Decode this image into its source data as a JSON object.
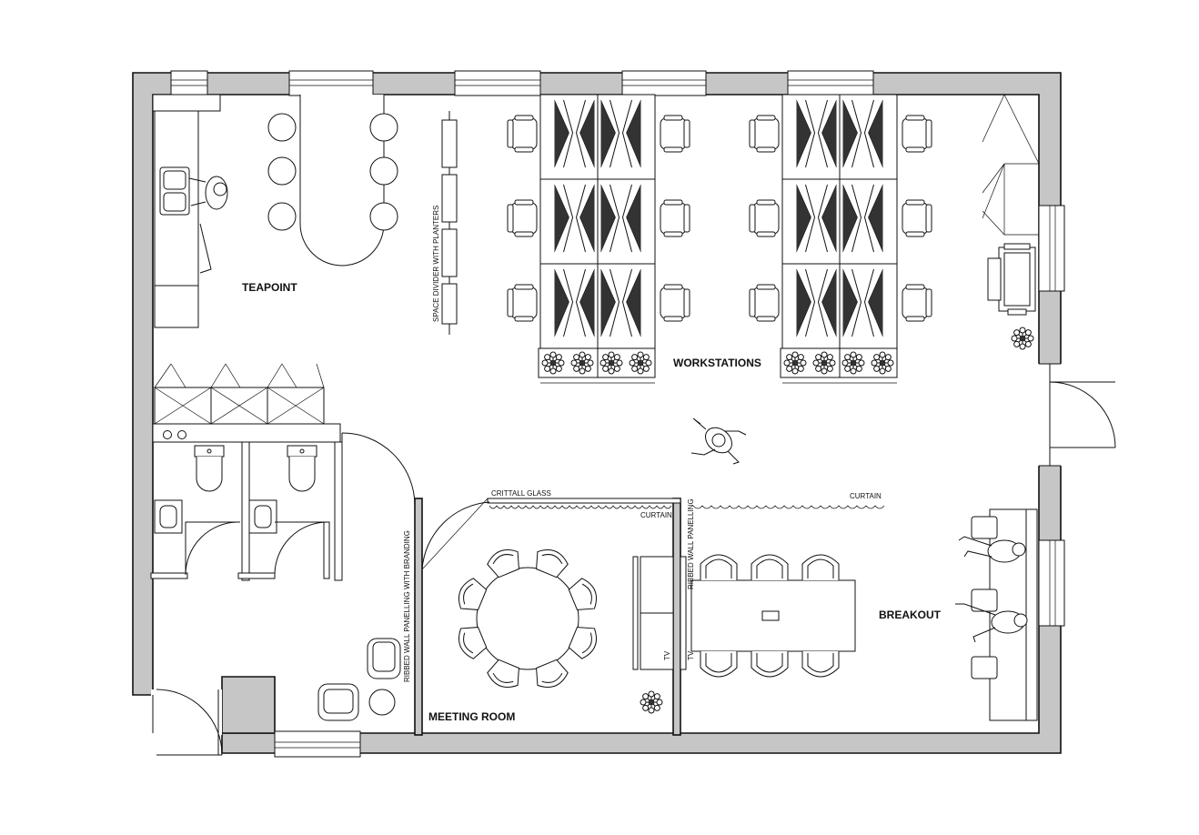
{
  "rooms": {
    "teapoint": "TEAPOINT",
    "workstations": "WORKSTATIONS",
    "meeting_room": "MEETING ROOM",
    "breakout": "BREAKOUT"
  },
  "notes": {
    "space_divider": "SPACE DIVIDER WITH PLANTERS",
    "crittall_glass": "CRITTALL GLASS",
    "curtain_meeting": "CURTAIN",
    "curtain_breakout": "CURTAIN",
    "ribbed_branding": "RIBBED WALL PANELLING WITH BRANDING",
    "ribbed_panelling": "RIBBED WALL PANELLING",
    "tv_meeting": "TV",
    "tv_breakout": "TV"
  },
  "colors": {
    "wall_fill": "#c6c6c6",
    "line": "#111111",
    "background": "#ffffff"
  }
}
